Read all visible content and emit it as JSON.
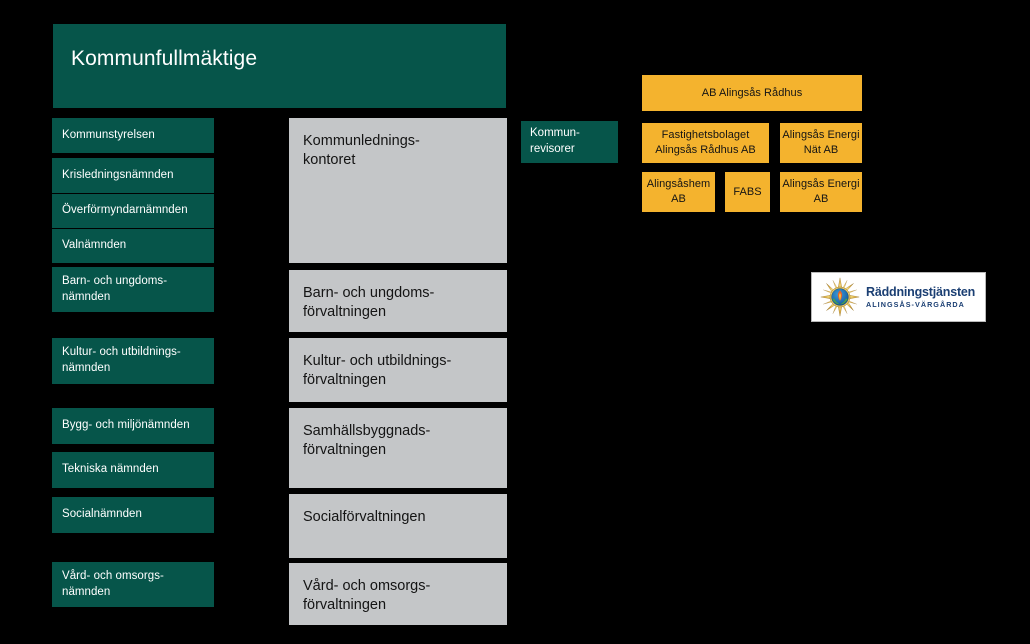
{
  "chart_title": "Kommunfullmäktige",
  "colors": {
    "green": "#06554a",
    "grey": "#c4c6c8",
    "yellow": "#f4b32e",
    "background": "#000000",
    "logo_blue": "#1b3f73"
  },
  "political": {
    "header": "Kommunfullmäktige",
    "auditors": "Kommun-\nrevisorer",
    "committees": [
      {
        "label": "Kommunstyrelsen"
      },
      {
        "label": "Krisledningsnämnden"
      },
      {
        "label": "Överförmyndarnämnden"
      },
      {
        "label": "Valnämnden"
      },
      {
        "label": "Barn- och ungdoms-\nnämnden"
      },
      {
        "label": "Kultur- och utbildnings-\nnämnden"
      },
      {
        "label": "Bygg- och miljönämnden"
      },
      {
        "label": "Tekniska nämnden"
      },
      {
        "label": "Socialnämnden"
      },
      {
        "label": "Vård- och omsorgs-\nnämnden"
      }
    ]
  },
  "administration": {
    "departments": [
      {
        "label": "Kommunlednings-\nkontoret"
      },
      {
        "label": "Barn- och ungdoms-\nförvaltningen"
      },
      {
        "label": "Kultur- och utbildnings-\nförvaltningen"
      },
      {
        "label": "Samhällsbyggnads-\nförvaltningen"
      },
      {
        "label": "Socialförvaltningen"
      },
      {
        "label": "Vård- och omsorgs-\nförvaltningen"
      }
    ]
  },
  "companies": {
    "parent": "AB Alingsås Rådhus",
    "subsidiaries": [
      {
        "label": "Fastighetsbolaget\nAlingsås Rådhus AB"
      },
      {
        "label": "Alingsås Energi\nNät AB"
      },
      {
        "label": "Alingsåshem\nAB"
      },
      {
        "label": "FABS"
      },
      {
        "label": "Alingsås Energi\nAB"
      }
    ]
  },
  "rescue_service": {
    "name": "Räddningstjänsten",
    "region": "ALINGSÅS-VÄRGÅRDA",
    "emblem": "fire-brigade-star-emblem"
  }
}
